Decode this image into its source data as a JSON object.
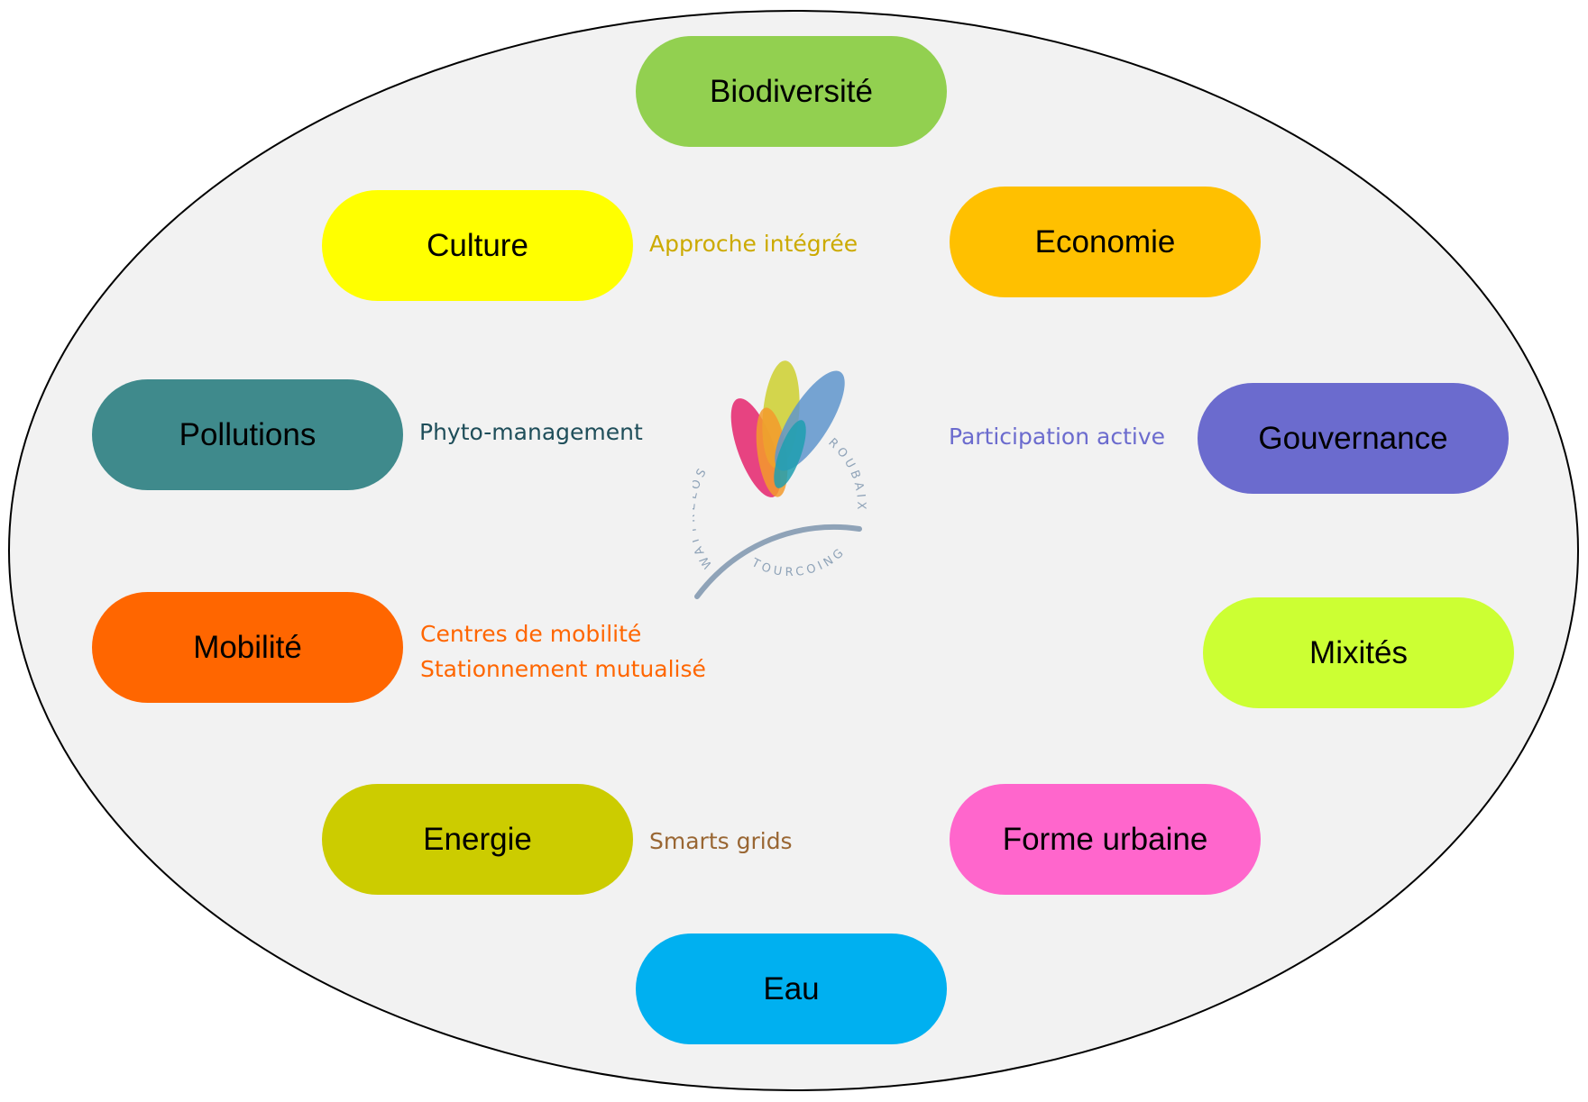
{
  "colors": {
    "ellipse_fill": "#f2f2f2",
    "ellipse_stroke": "#000000",
    "logo_pink": "#e6397a",
    "logo_orange": "#f39a2b",
    "logo_yellow": "#cfd23a",
    "logo_teal": "#1f9fb0",
    "logo_blue": "#5f95cc",
    "logo_grey": "#8fa3b8"
  },
  "themes": [
    {
      "id": "biodiversite",
      "label": "Biodiversité",
      "color": "#92d050"
    },
    {
      "id": "culture",
      "label": "Culture",
      "color": "#ffff00"
    },
    {
      "id": "economie",
      "label": "Economie",
      "color": "#ffc000"
    },
    {
      "id": "pollutions",
      "label": "Pollutions",
      "color": "#3f8a8c"
    },
    {
      "id": "gouvernance",
      "label": "Gouvernance",
      "color": "#6b6bce"
    },
    {
      "id": "mobilite",
      "label": "Mobilité",
      "color": "#ff6600"
    },
    {
      "id": "mixites",
      "label": "Mixités",
      "color": "#ccff33"
    },
    {
      "id": "energie",
      "label": "Energie",
      "color": "#cccc00"
    },
    {
      "id": "forme-urbaine",
      "label": "Forme urbaine",
      "color": "#ff66cc"
    },
    {
      "id": "eau",
      "label": "Eau",
      "color": "#00b0f0"
    }
  ],
  "notes": {
    "approche": {
      "text": "Approche intégrée",
      "color": "#ccaa00"
    },
    "phyto": {
      "text": "Phyto-management",
      "color": "#1f4e5a"
    },
    "participation": {
      "text": "Participation active",
      "color": "#6b6bce"
    },
    "mobilite_line1": {
      "text": "Centres de mobilité",
      "color": "#ff6600"
    },
    "mobilite_line2": {
      "text": "Stationnement mutualisé",
      "color": "#ff6600"
    },
    "smart": {
      "text": "Smarts grids",
      "color": "#996633"
    }
  },
  "logo": {
    "text_left": "WATTRELOS",
    "text_right": "ROUBAIX",
    "text_bottom": "TOURCOING"
  }
}
